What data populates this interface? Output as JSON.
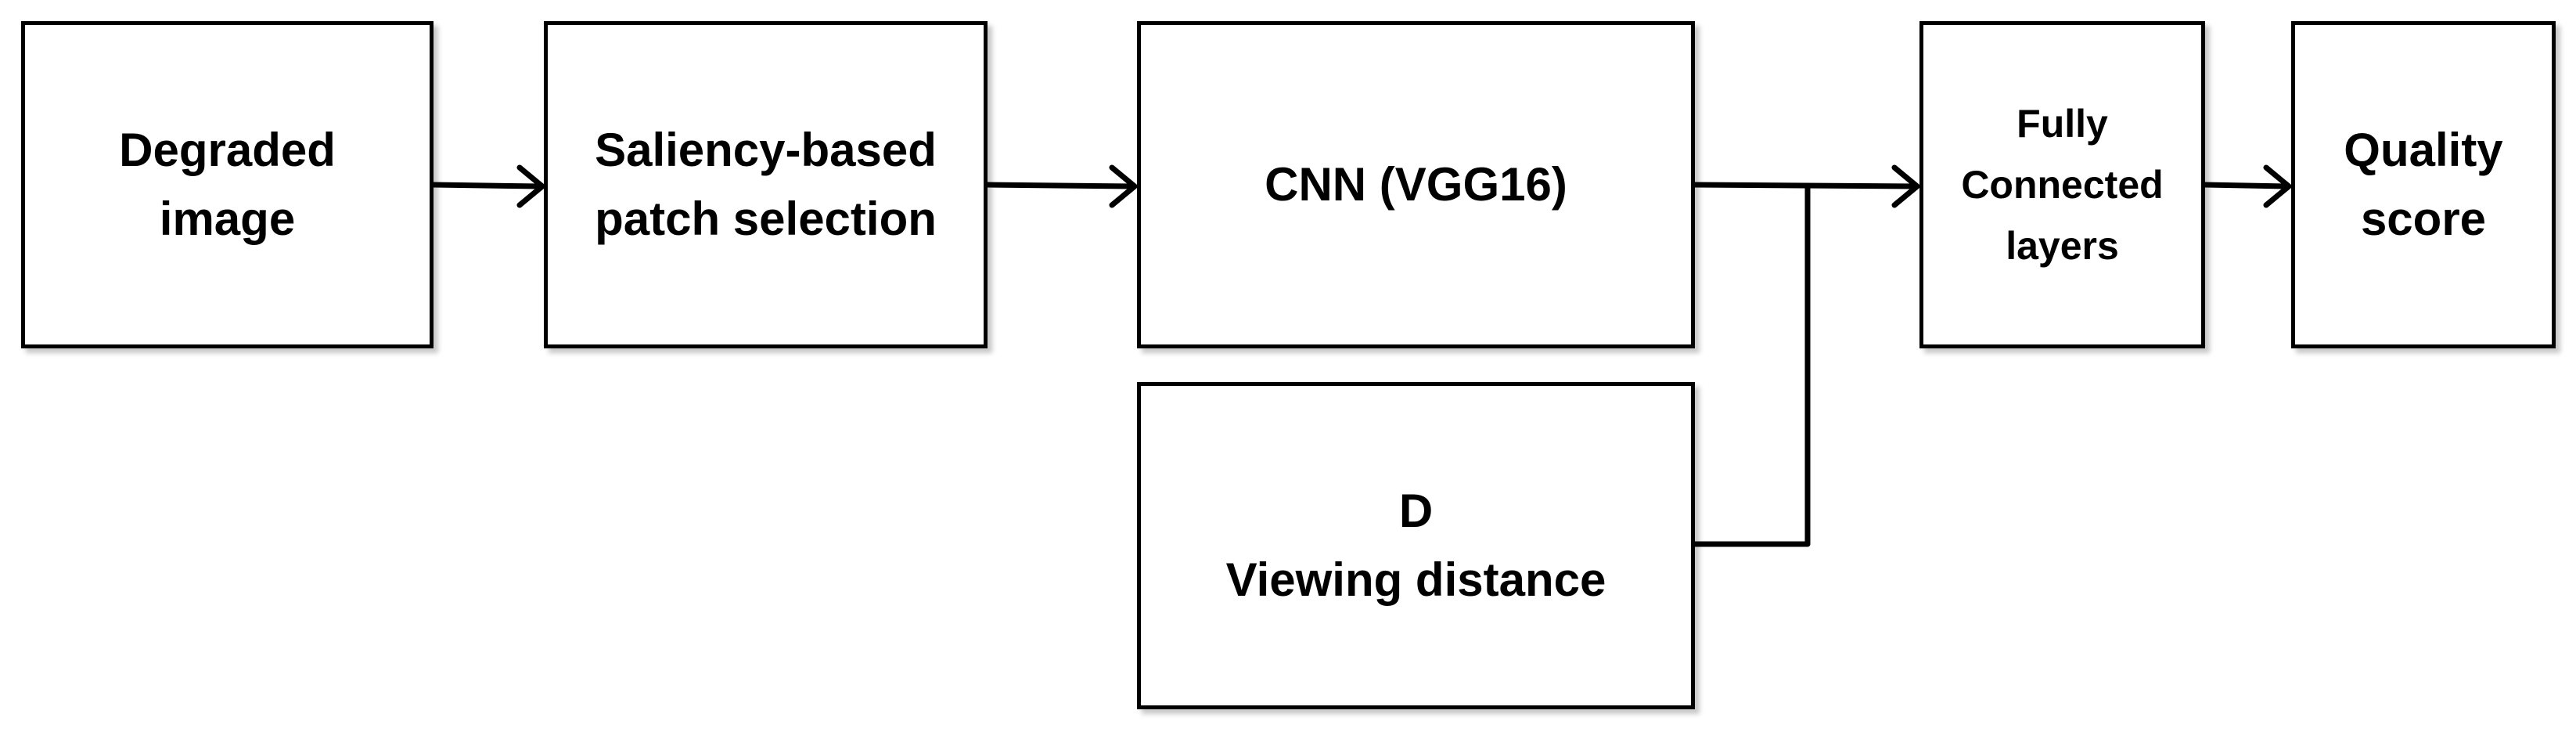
{
  "nodes": {
    "degraded_image": {
      "lines": [
        "Degraded",
        "image"
      ]
    },
    "patch_selection": {
      "lines": [
        "Saliency-based",
        "patch selection"
      ]
    },
    "cnn": {
      "lines": [
        "CNN (VGG16)"
      ]
    },
    "viewing_distance": {
      "lines": [
        "D",
        "Viewing distance"
      ]
    },
    "fully_connected": {
      "lines": [
        "Fully",
        "Connected",
        "layers"
      ]
    },
    "quality_score": {
      "lines": [
        "Quality",
        "score"
      ]
    }
  },
  "colors": {
    "stroke": "#000000",
    "fill": "#ffffff",
    "text": "#000000"
  }
}
